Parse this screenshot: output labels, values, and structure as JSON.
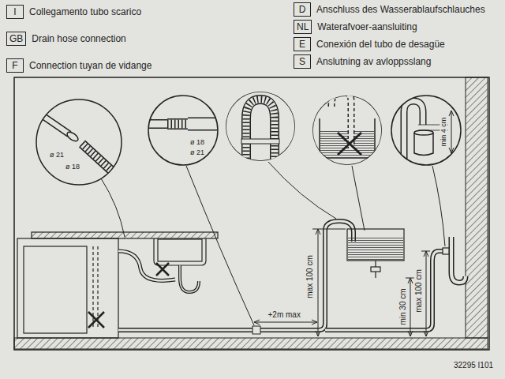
{
  "diagram": {
    "nodes": [
      {
        "text": [
          "I",
          "Collegamento tubo scarico"
        ]
      },
      {
        "text": [
          "GB",
          "Drain hose connection"
        ]
      },
      {
        "text": [
          "F",
          "Connection tuyan de vidange"
        ]
      },
      {
        "text": [
          "D",
          "Anschluss des Wasserablaufschlauches"
        ]
      },
      {
        "text": [
          "NL",
          "Waterafvoer-aansluiting"
        ]
      },
      {
        "text": [
          "E",
          "Conexión del tubo de desagüe"
        ]
      },
      {
        "text": [
          "S",
          "Anslutning av avloppsslang"
        ]
      },
      {
        "text": [
          "ø 21",
          "ø 18"
        ]
      },
      {
        "text": [
          "ø 18",
          "ø 21"
        ]
      },
      {
        "text": [
          "min 4 cm"
        ]
      }
    ],
    "labels": [
      "+2m max",
      "max 100 cm",
      "min 30 cm",
      "max 100 cm",
      "32295 I101"
    ]
  }
}
